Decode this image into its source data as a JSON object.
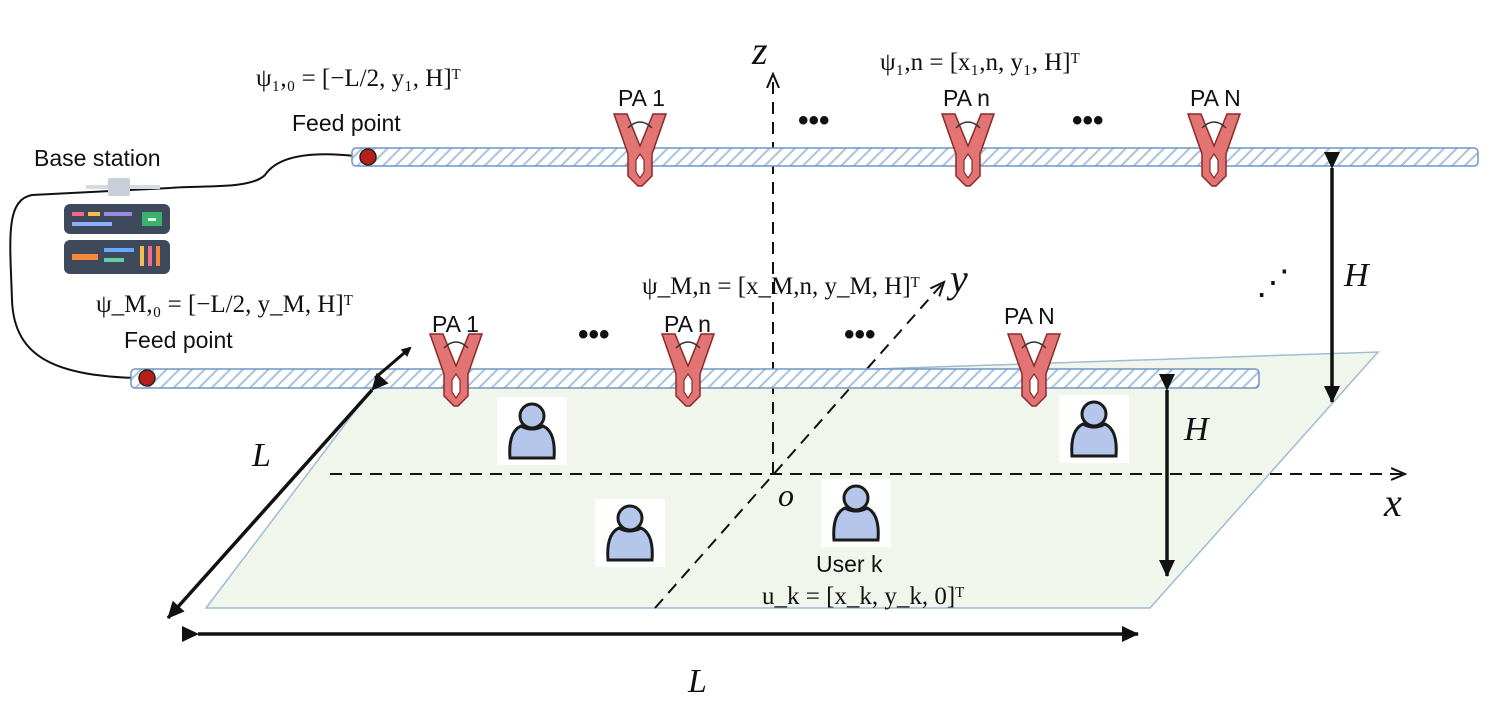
{
  "labels": {
    "base_station": "Base station",
    "feed_point": "Feed point",
    "pa1": "PA 1",
    "pan": "PA n",
    "paN": "PA N",
    "user_k": "User k",
    "psi_1_0": "ψ₁,₀ = [−L/2, y₁, H]ᵀ",
    "psi_M_0": "ψ_M,₀ = [−L/2, y_M, H]ᵀ",
    "psi_1_n": "ψ₁,n = [x₁,n, y₁, H]ᵀ",
    "psi_M_n": "ψ_M,n = [x_M,n, y_M, H]ᵀ",
    "u_k": "u_k = [x_k, y_k, 0]ᵀ",
    "axis_x": "x",
    "axis_y": "y",
    "axis_z": "z",
    "origin": "o",
    "L": "L",
    "H": "H",
    "dots": "•••",
    "vdots": "⋰"
  },
  "colors": {
    "plane_fill": "#f1f6ec",
    "plane_edge": "#9dbcd6",
    "waveguide_edge": "#6f95c4",
    "waveguide_hatch": "#a9c2e0",
    "feed_point": "#b81f1a",
    "pa_fill": "#e27474",
    "pa_edge": "#8a2a2a",
    "user_fill": "#b4c6ea",
    "user_edge": "#1a1a1a"
  }
}
